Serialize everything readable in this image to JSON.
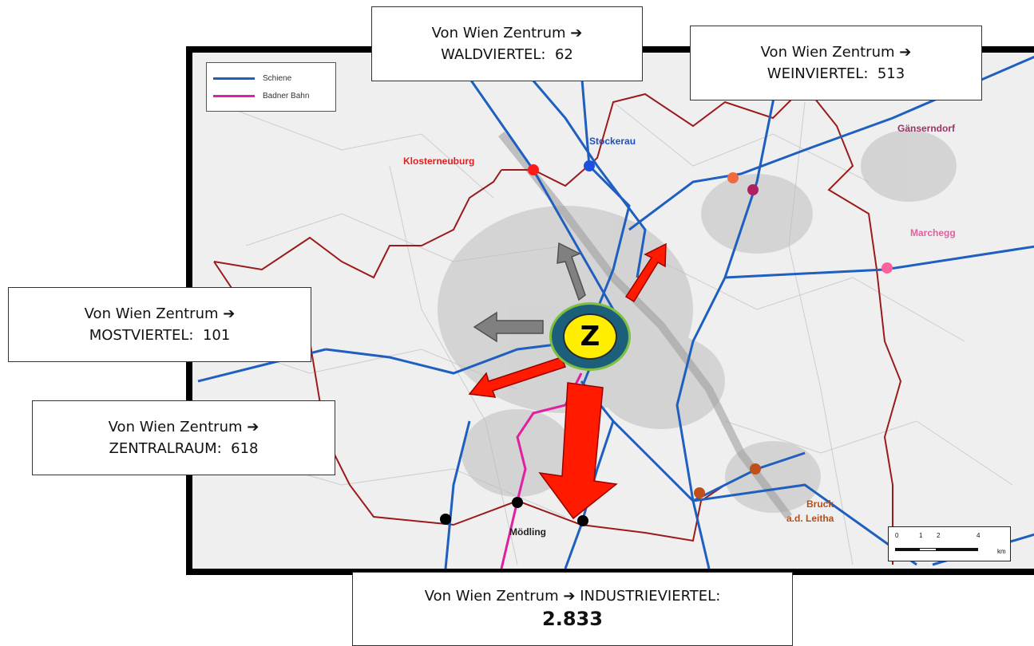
{
  "legend": {
    "items": [
      {
        "label": "Schiene",
        "color": "#1f5fbf"
      },
      {
        "label": "Badner Bahn",
        "color": "#e020a0"
      }
    ]
  },
  "places": {
    "stockerau": "Stockerau",
    "klosterneuburg": "Klosterneuburg",
    "gaenserndorf": "Gänserndorf",
    "marchegg": "Marchegg",
    "moedling": "Mödling",
    "bruck_line1": "Bruck",
    "bruck_line2": "a.d. Leitha"
  },
  "center_marker": "Z",
  "callouts": {
    "prefix": "Von Wien Zentrum",
    "arrow": "➔",
    "waldviertel": {
      "label": "WALDVIERTEL:",
      "value": "62"
    },
    "weinviertel": {
      "label": "WEINVIERTEL:",
      "value": "513"
    },
    "mostviertel": {
      "label": "MOSTVIERTEL:",
      "value": "101"
    },
    "zentralraum": {
      "label": "ZENTRALRAUM:",
      "value": "618"
    },
    "industrieviertel": {
      "label": "INDUSTRIEVIERTEL:",
      "value": "2.833"
    }
  },
  "scale": {
    "ticks": [
      "0",
      "1",
      "2",
      "4"
    ],
    "unit": "km"
  },
  "colors": {
    "rail": "#1f5fbf",
    "badner_bahn": "#e020a0",
    "border": "#9a1b1b",
    "flow_arrow": "#ff1a00",
    "flow_arrow_minor": "#808080"
  }
}
